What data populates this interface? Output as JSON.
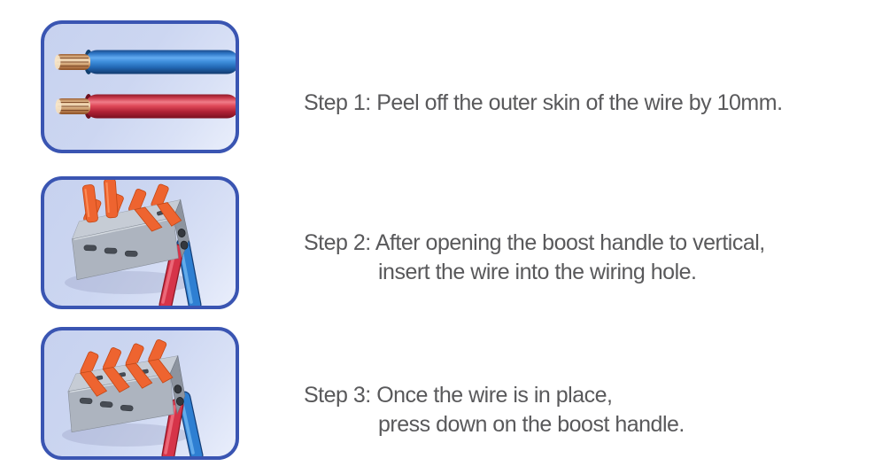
{
  "document": {
    "kind": "wire-connector instruction sheet",
    "background": "#ffffff"
  },
  "colors": {
    "border-blue": "#3a55b2",
    "panel-bg": "#ccd6f1",
    "text-gray": "#59595b",
    "wire-blue": "#2e7fd2",
    "wire-blue-dark": "#143f78",
    "wire-blue-light": "#6db3ef",
    "wire-red": "#d63449",
    "wire-red-dark": "#8e1724",
    "wire-red-light": "#ef7280",
    "copper": "#e9c79f",
    "lever-orange": "#ee6430",
    "lever-orange-dark": "#c34715",
    "connector-gray": "#adb4bf",
    "connector-gray-top": "#c6ccd5",
    "connector-gray-dark": "#8d949f",
    "slot-dark": "#474c54"
  },
  "steps": [
    {
      "label": "Step 1:",
      "lines": [
        "Peel off the outer skin of the wire by 10mm."
      ]
    },
    {
      "label": "Step 2:",
      "lines": [
        "After opening the boost handle to vertical,",
        "insert the wire into the wiring hole."
      ]
    },
    {
      "label": "Step 3:",
      "lines": [
        "Once the wire is in place,",
        "press down on the boost handle."
      ]
    }
  ],
  "panels": [
    {
      "photo": "stripped-wires",
      "description": "blue and red wire with copper exposed"
    },
    {
      "photo": "connector-handles-open",
      "description": "lever connector, boost handles raised, wires entering"
    },
    {
      "photo": "connector-handles-closed",
      "description": "lever connector, boost handles pressed down, wires secured"
    }
  ]
}
